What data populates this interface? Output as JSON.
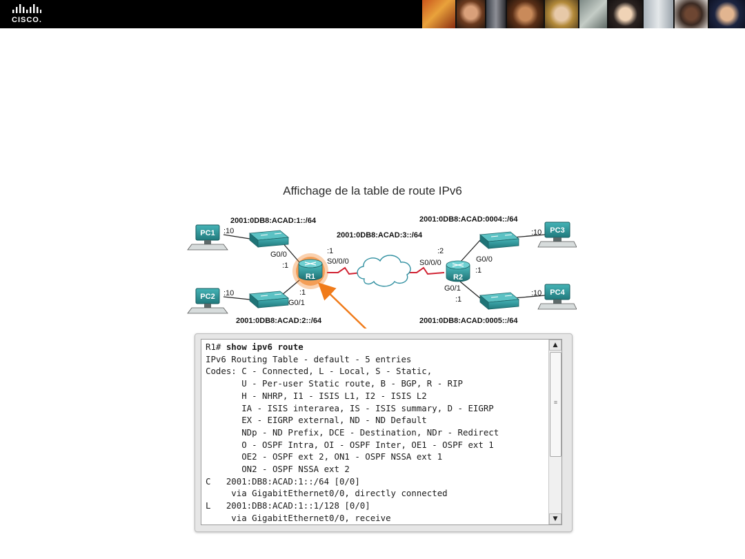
{
  "header": {
    "logo_text": "CISCO."
  },
  "diagram": {
    "title": "Affichage de la table de route IPv6",
    "networks": {
      "lan1": "2001:0DB8:ACAD:1::/64",
      "lan2": "2001:0DB8:ACAD:2::/64",
      "wan": "2001:0DB8:ACAD:3::/64",
      "lan4": "2001:0DB8:ACAD:0004::/64",
      "lan5": "2001:0DB8:ACAD:0005::/64"
    },
    "devices": {
      "pc1": "PC1",
      "pc2": "PC2",
      "pc3": "PC3",
      "pc4": "PC4",
      "r1": "R1",
      "r2": "R2"
    },
    "labels": {
      "pc1_host": ":10",
      "pc2_host": ":10",
      "pc3_host": ":10",
      "pc4_host": ":10",
      "r1_g00": "G0/0",
      "r1_g00_host": ":1",
      "r1_s000": "S0/0/0",
      "r1_s000_host": ":1",
      "r1_g01": "G0/1",
      "r1_g01_host": ":1",
      "r2_s000": "S0/0/0",
      "r2_s000_host": ":2",
      "r2_g00": "G0/0",
      "r2_g00_host": ":1",
      "r2_g01": "G0/1",
      "r2_g01_host": ":1"
    }
  },
  "terminal": {
    "prompt": "R1# ",
    "command": "show ipv6 route",
    "lines": [
      "IPv6 Routing Table - default - 5 entries",
      "Codes: C - Connected, L - Local, S - Static,",
      "       U - Per-user Static route, B - BGP, R - RIP",
      "       H - NHRP, I1 - ISIS L1, I2 - ISIS L2",
      "       IA - ISIS interarea, IS - ISIS summary, D - EIGRP",
      "       EX - EIGRP external, ND - ND Default",
      "       NDp - ND Prefix, DCE - Destination, NDr - Redirect",
      "       O - OSPF Intra, OI - OSPF Inter, OE1 - OSPF ext 1",
      "       OE2 - OSPF ext 2, ON1 - OSPF NSSA ext 1",
      "       ON2 - OSPF NSSA ext 2",
      "C   2001:DB8:ACAD:1::/64 [0/0]",
      "     via GigabitEthernet0/0, directly connected",
      "L   2001:DB8:ACAD:1::1/128 [0/0]",
      "     via GigabitEthernet0/0, receive"
    ],
    "scroll_up_icon": "▲",
    "scroll_down_icon": "▼",
    "scroll_grip_icon": "≡"
  },
  "colors": {
    "device": "#2e9b9e",
    "device_dark": "#1f7477",
    "highlight": "#f07b1a",
    "wan_link": "#d02030"
  }
}
